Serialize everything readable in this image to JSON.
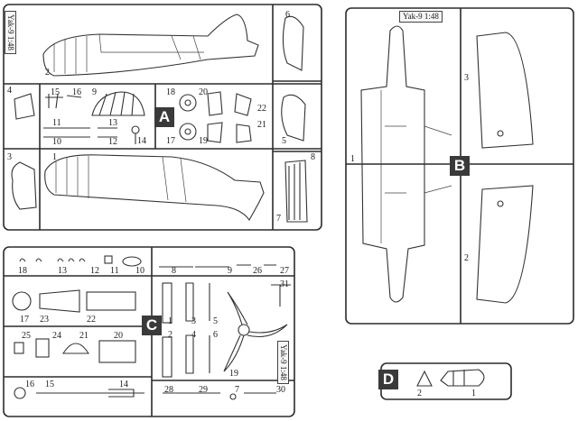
{
  "sprues": {
    "A": {
      "badge": "A",
      "tag": "Yak-9 1:48",
      "numbers": [
        "1",
        "2",
        "3",
        "4",
        "5",
        "6",
        "7",
        "8",
        "9",
        "10",
        "11",
        "12",
        "13",
        "14",
        "15",
        "16",
        "17",
        "18",
        "19",
        "20",
        "21",
        "22"
      ]
    },
    "B": {
      "badge": "B",
      "tag": "Yak-9 1:48",
      "numbers": [
        "1",
        "2",
        "3"
      ]
    },
    "C": {
      "badge": "C",
      "tag": "Yak-9 1:48",
      "numbers": [
        "1",
        "2",
        "3",
        "4",
        "5",
        "6",
        "7",
        "8",
        "9",
        "10",
        "11",
        "12",
        "13",
        "14",
        "15",
        "16",
        "17",
        "18",
        "19",
        "20",
        "21",
        "22",
        "23",
        "24",
        "25",
        "26",
        "27",
        "28",
        "29",
        "30",
        "31"
      ]
    },
    "D": {
      "badge": "D",
      "numbers": [
        "1",
        "2"
      ]
    }
  }
}
